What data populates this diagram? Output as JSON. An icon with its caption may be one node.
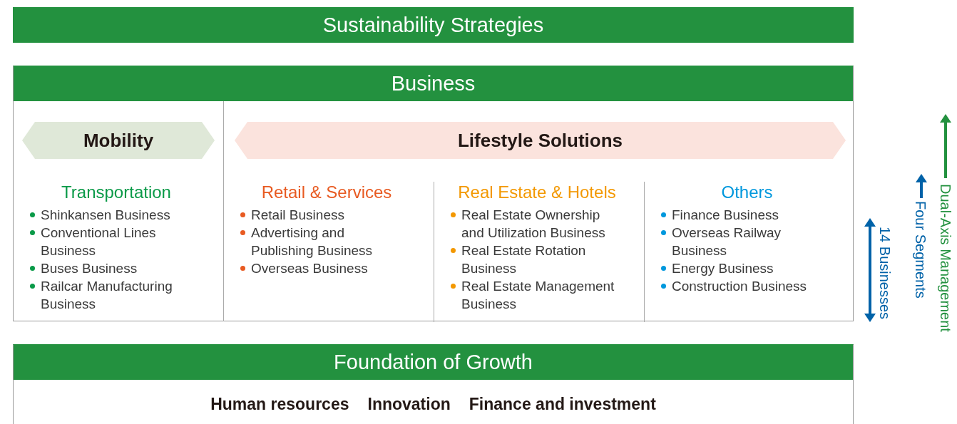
{
  "diagram": {
    "nodes": [
      {
        "text": [
          "Sustainability Strategies"
        ]
      },
      {
        "text": [
          "Business"
        ]
      },
      {
        "text": [
          "Mobility"
        ],
        "in": 1
      },
      {
        "text": [
          "Lifestyle Solutions"
        ],
        "in": 1
      },
      {
        "text": [
          "Transportation",
          "Shinkansen Business",
          "Conventional Lines Business",
          "Buses Business",
          "Railcar Manufacturing Business"
        ],
        "in": 1
      },
      {
        "text": [
          "Retail & Services",
          "Retail Business",
          "Advertising and Publishing Business",
          "Overseas Business"
        ],
        "in": 1
      },
      {
        "text": [
          "Real Estate & Hotels",
          "Real Estate Ownership and Utilization Business",
          "Real Estate Rotation Business",
          "Real Estate Management Business"
        ],
        "in": 1
      },
      {
        "text": [
          "Others",
          "Finance Business",
          "Overseas Railway Business",
          "Energy Business",
          "Construction Business"
        ],
        "in": 1
      },
      {
        "text": [
          "Foundation of Growth",
          "Human resources",
          "Innovation",
          "Finance and investment"
        ]
      }
    ],
    "edges": [],
    "labels": [
      "14 Businesses",
      "Four Segments",
      "Dual-Axis Management"
    ]
  }
}
